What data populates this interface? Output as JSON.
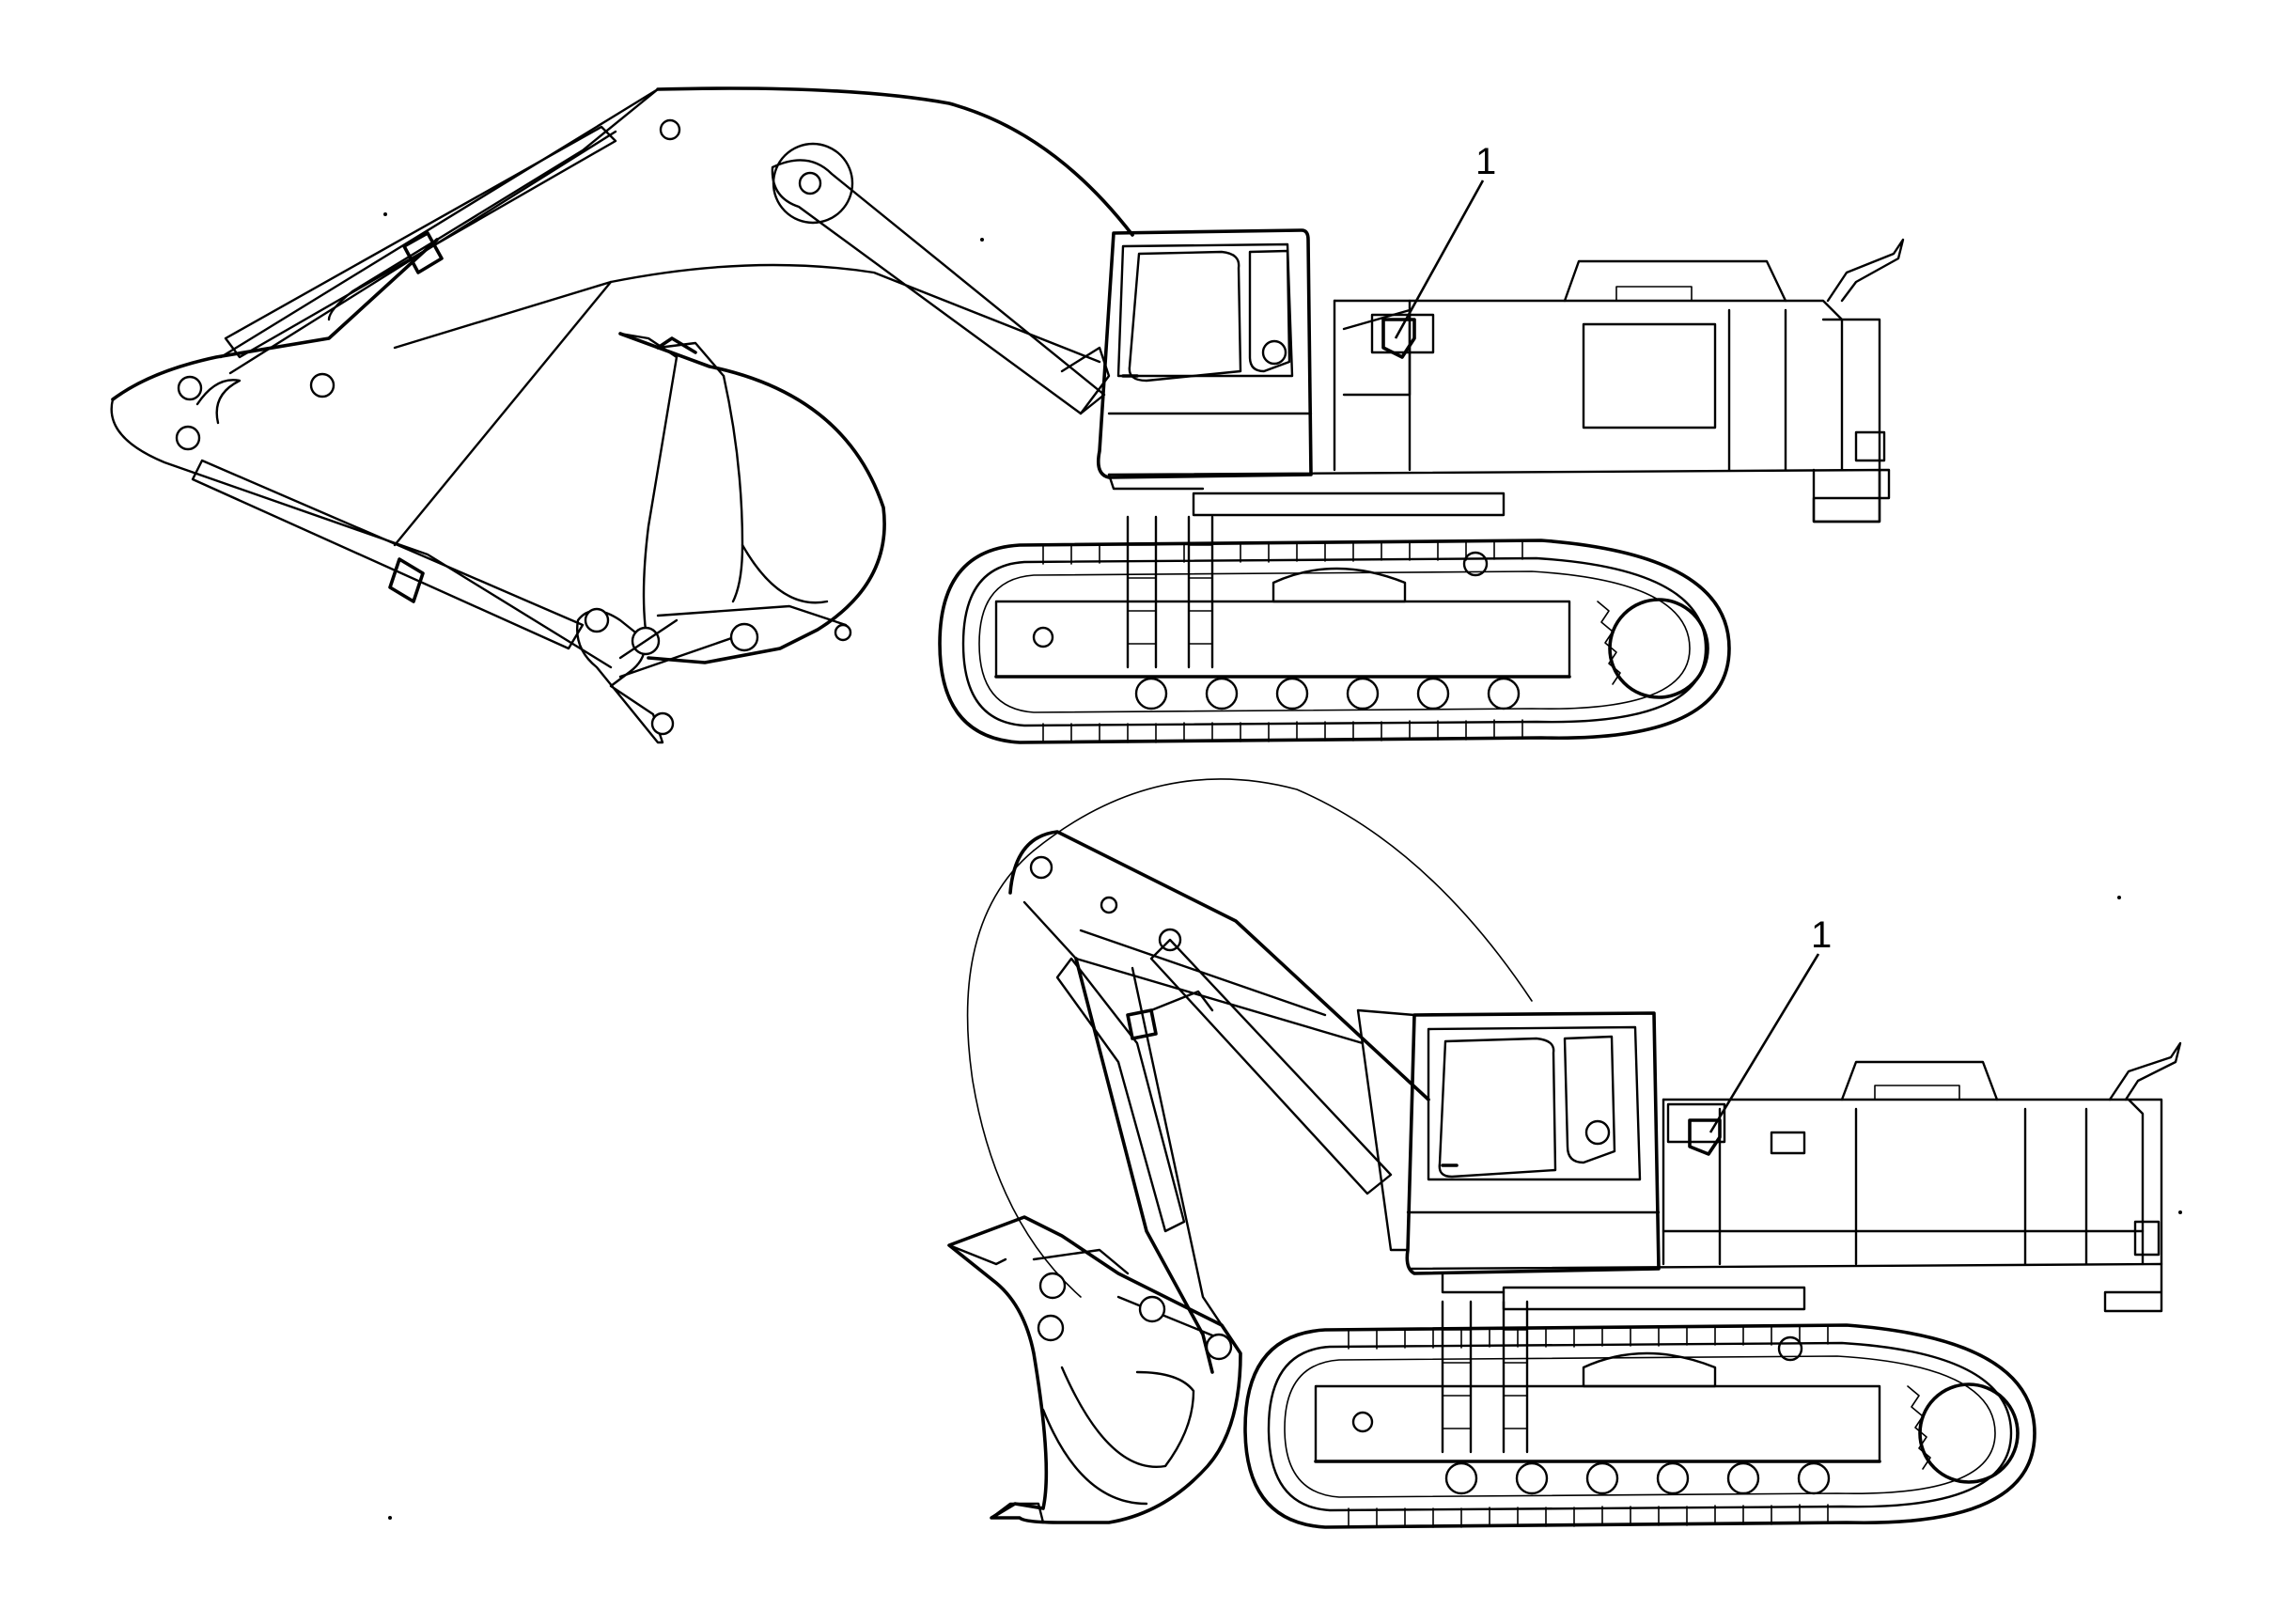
{
  "figure": {
    "views": [
      {
        "name": "backhoe-excavator-view",
        "callout": "1"
      },
      {
        "name": "face-shovel-excavator-view",
        "callout": "1"
      }
    ]
  }
}
